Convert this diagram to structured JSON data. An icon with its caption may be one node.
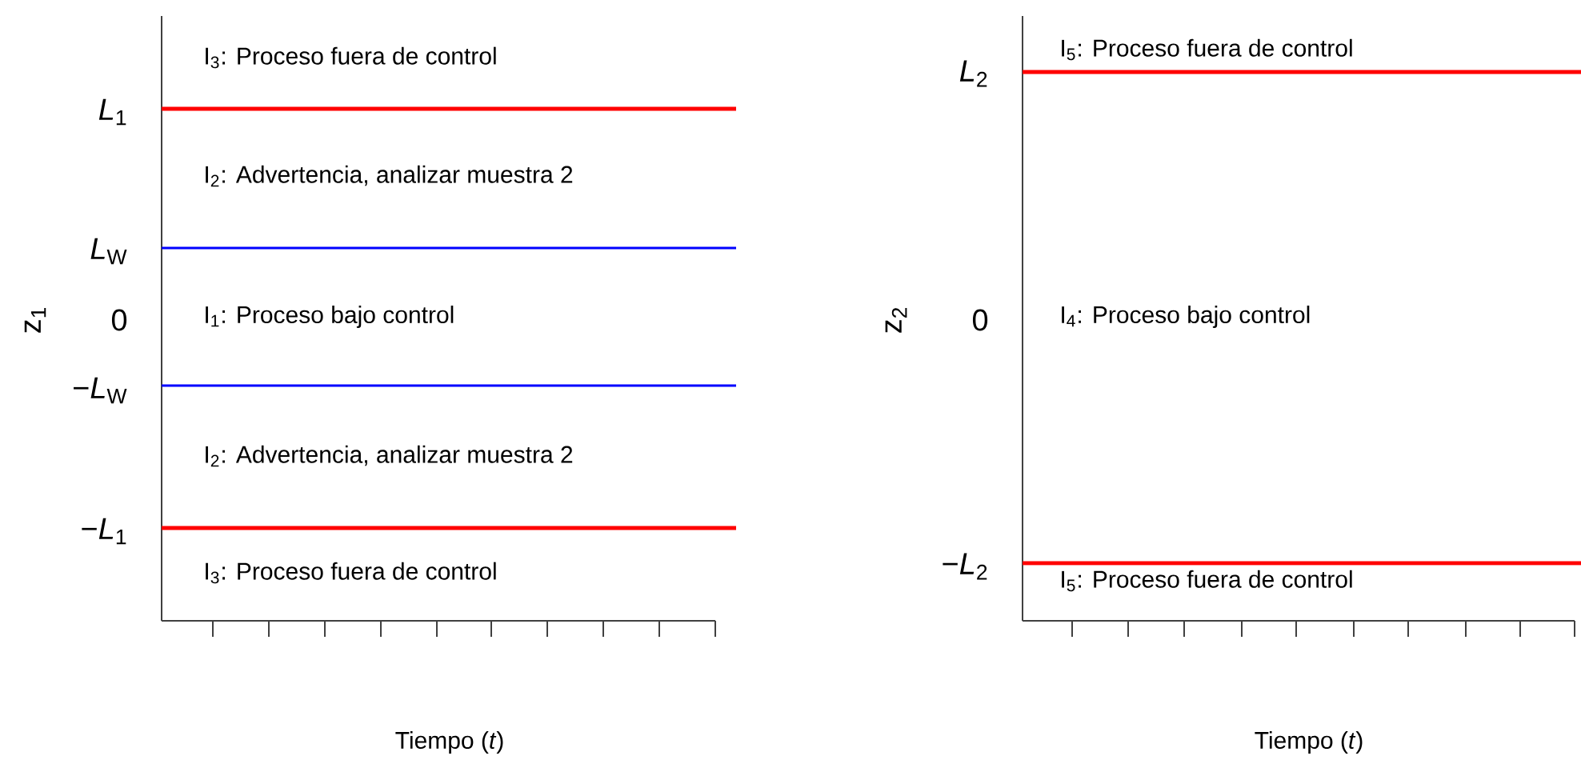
{
  "diagram": {
    "labels": [
      "I$_{3}$: Proceso fuera de control",
      "*L*$_{1}$",
      "I$_{2}$: Advertencia, analizar muestra 2",
      "*L*$_{W}$",
      "z$_{1}$",
      "0",
      "I$_{1}$: Proceso bajo control",
      "−*L*$_{W}$",
      "I$_{2}$: Advertencia, analizar muestra 2",
      "−*L*$_{1}$",
      "I$_{3}$: Proceso fuera de control",
      "Tiempo (*t*)",
      "I$_{5}$: Proceso fuera de control",
      "*L*$_{2}$",
      "z$_{2}$",
      "0",
      "I$_{4}$: Proceso bajo control",
      "−*L*$_{2}$",
      "I$_{5}$: Proceso fuera de control",
      "Tiempo (*t*)"
    ]
  }
}
